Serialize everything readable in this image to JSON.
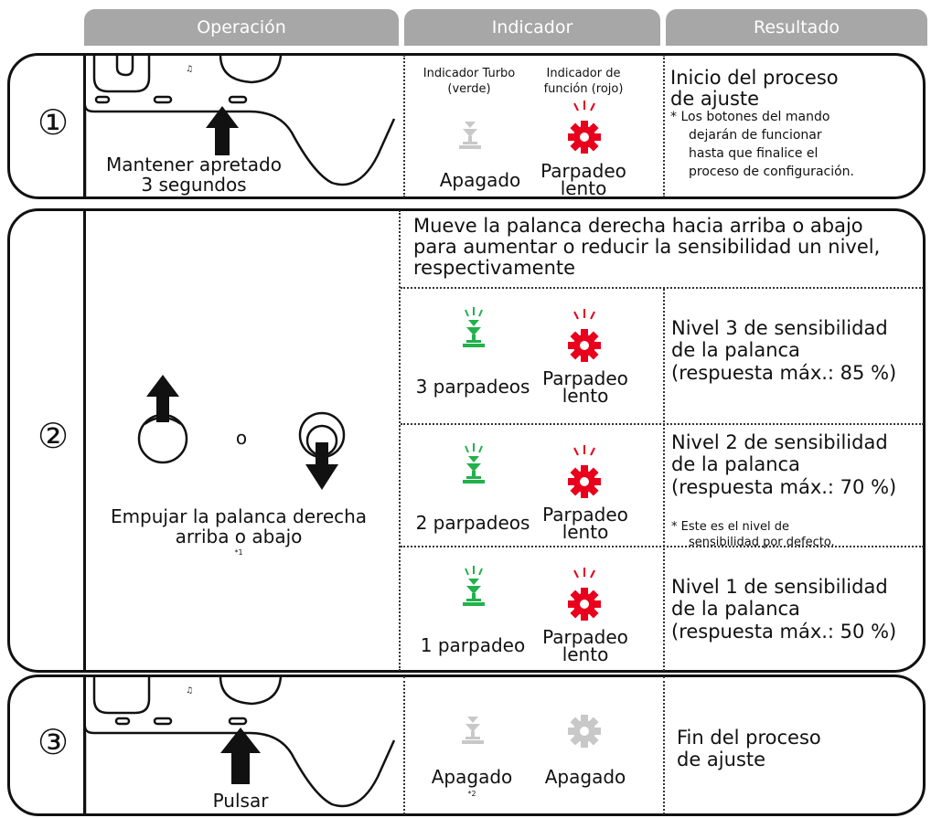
{
  "headers": [
    "Operación",
    "Indicador",
    "Resultado"
  ],
  "step1": {
    "number": "①",
    "action_line1": "Mantener apretado",
    "action_line2": "3 segundos",
    "turbo_label_line1": "Indicador Turbo",
    "turbo_label_line2": "(verde)",
    "func_label_line1": "Indicador de",
    "func_label_line2": "función (rojo)",
    "turbo_state": "Apagado",
    "func_state_line1": "Parpadeo",
    "func_state_line2": "lento",
    "result_line1": "Inicio del proceso",
    "result_line2": "de ajuste",
    "note_line1": "* Los botones del mando",
    "note_line2": "dejarán de funcionar",
    "note_line3": "hasta que finalice el",
    "note_line4": "proceso de configuración."
  },
  "step2": {
    "number": "②",
    "or_text": "o",
    "action_line1": "Empujar la palanca derecha",
    "action_line2": "arriba o abajo",
    "footnote": "*1",
    "instruction_line1": "Mueve la palanca derecha hacia arriba o abajo",
    "instruction_line2": "para aumentar o reducir la sensibilidad un nivel,",
    "instruction_line3": "respectivamente",
    "rows": [
      {
        "turbo_state": "3 parpadeos",
        "func_state_line1": "Parpadeo",
        "func_state_line2": "lento",
        "result_line1": "Nivel 3 de sensibilidad",
        "result_line2": "de la palanca",
        "result_line3": "(respuesta máx.: 85 %)"
      },
      {
        "turbo_state": "2 parpadeos",
        "func_state_line1": "Parpadeo",
        "func_state_line2": "lento",
        "result_line1": "Nivel 2 de sensibilidad",
        "result_line2": "de la palanca",
        "result_line3": "(respuesta máx.: 70 %)",
        "note_line1": "* Este es el nivel de",
        "note_line2": "sensibilidad por defecto."
      },
      {
        "turbo_state": "1 parpadeo",
        "func_state_line1": "Parpadeo",
        "func_state_line2": "lento",
        "result_line1": "Nivel 1 de sensibilidad",
        "result_line2": "de la palanca",
        "result_line3": "(respuesta máx.: 50 %)"
      }
    ]
  },
  "step3": {
    "number": "③",
    "action": "Pulsar",
    "turbo_state": "Apagado",
    "turbo_footnote": "*2",
    "func_state": "Apagado",
    "result_line1": "Fin del proceso",
    "result_line2": "de ajuste"
  },
  "colors": {
    "header_bg": "#a7a7a7",
    "green": "#22b14c",
    "red": "#e8001c",
    "off_grey": "#c8c8c8"
  }
}
